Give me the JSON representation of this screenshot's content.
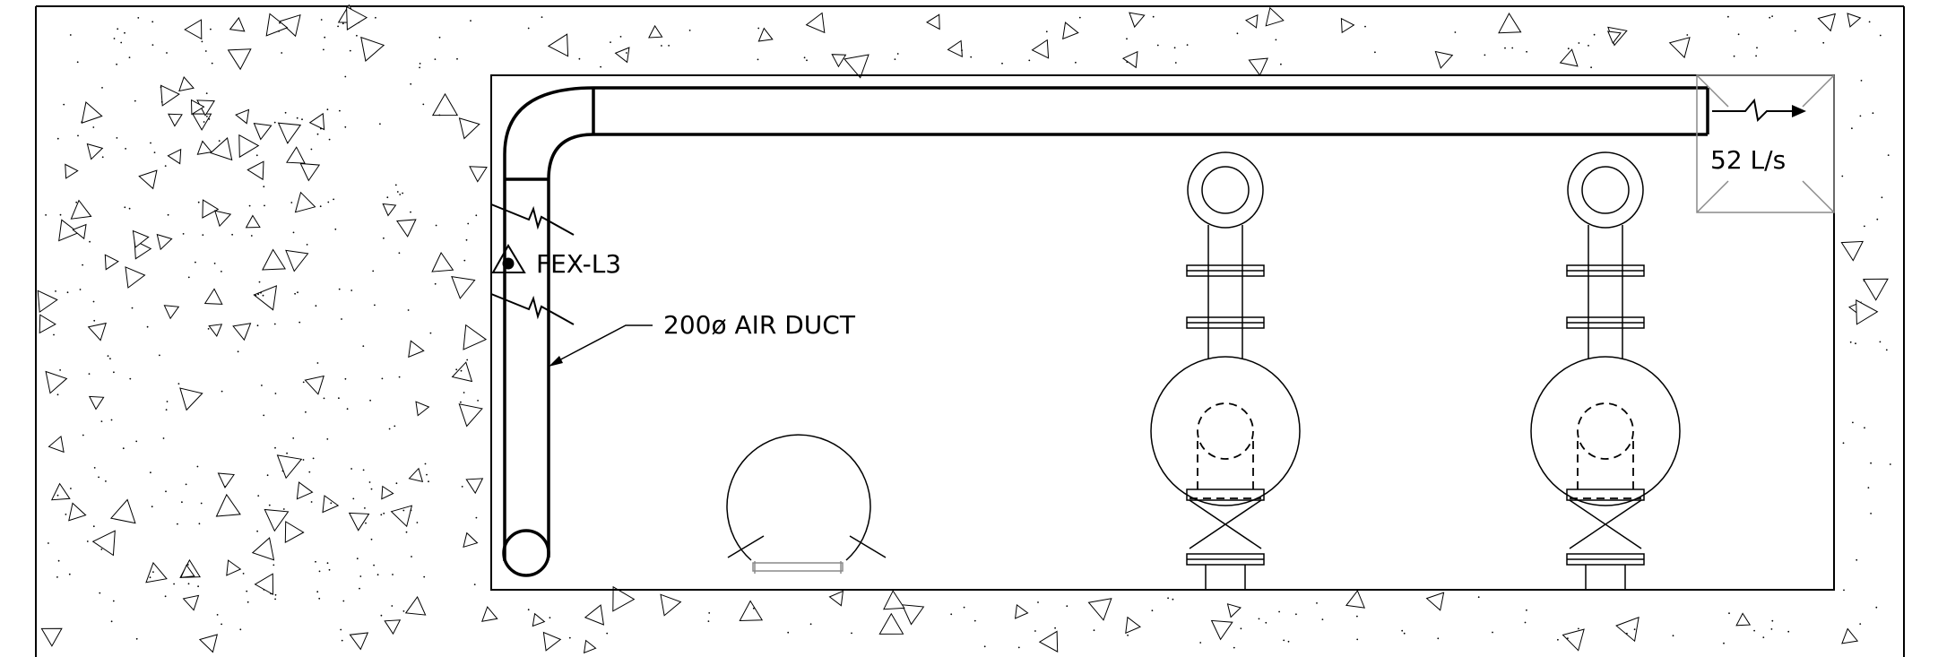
{
  "labels": {
    "fan_tag": "FEX-L3",
    "duct_label": "200ø AIR DUCT",
    "airflow": "52 L/s"
  },
  "colors": {
    "line": "#000000",
    "background": "#ffffff",
    "secondary_line": "#8a8a8a"
  },
  "icons": {
    "fan_symbol": "triangle-with-dot-icon",
    "break_marks": "zigzag-break-icon",
    "airflow_arrow": "arrow-right-icon"
  }
}
